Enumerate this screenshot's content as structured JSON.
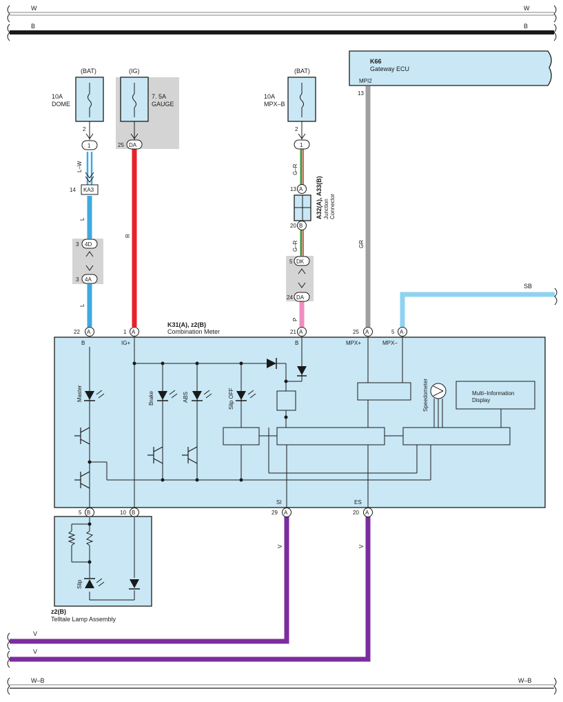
{
  "colors": {
    "panel_fill": "#c9e7f5",
    "connector_shade": "#d4d4d4",
    "wire_L": "#3fa9e0",
    "wire_R": "#e8212b",
    "wire_GR_gray": "#a0a0a0",
    "wire_SB": "#8fd3f0",
    "wire_V": "#7b2d9e",
    "wire_P": "#f08cc0",
    "wire_B": "#1a1a1a",
    "wire_green": "#3c9a3c"
  },
  "buses": {
    "top_w": "W",
    "top_w_right": "W",
    "top_b": "B",
    "top_b_right": "B",
    "bottom_wb": "W–B",
    "bottom_wb_right": "W–B",
    "v1": "V",
    "v2": "V"
  },
  "fuses": {
    "dome": {
      "source": "(BAT)",
      "rating": "10A",
      "name": "DOME",
      "pin": "2"
    },
    "gauge": {
      "source": "(IG)",
      "rating": "7. 5A",
      "name": "GAUGE"
    },
    "mpxb": {
      "source": "(BAT)",
      "rating": "10A",
      "name": "MPX–B",
      "pin": "2"
    }
  },
  "connectors": {
    "c1_dome": {
      "pin": "",
      "label": "1"
    },
    "c_da_gauge": {
      "pin": "25",
      "label": "DA"
    },
    "c1_mpx": {
      "pin": "",
      "label": "1"
    },
    "ka3": {
      "pin": "14",
      "label": "KA3"
    },
    "c4d": {
      "pin": "3",
      "label": "4D"
    },
    "c4a": {
      "pin": "3",
      "label": "4A"
    },
    "ca13": {
      "pin": "13",
      "label": "A"
    },
    "cb20": {
      "pin": "20",
      "label": "B"
    },
    "cdk": {
      "pin": "5",
      "label": "DK"
    },
    "cda24": {
      "pin": "24",
      "label": "DA"
    }
  },
  "wire_labels": {
    "lw": "L–W",
    "l1": "L",
    "l2": "L",
    "r": "R",
    "gr1": "G–R",
    "gr2": "G–R",
    "p": "P",
    "gr": "GR",
    "sb": "SB",
    "v_si": "V",
    "v_es": "V"
  },
  "junction": {
    "id": "A32(A), A33(B)",
    "line1": "Junction",
    "line2": "Connector"
  },
  "gateway": {
    "code": "K66",
    "name": "Gateway ECU",
    "pin_name": "MPI2",
    "pin": "13"
  },
  "meter": {
    "code": "K31(A), z2(B)",
    "name": "Combination Meter",
    "top_pins": [
      {
        "num": "22",
        "conn": "A",
        "name": "B"
      },
      {
        "num": "1",
        "conn": "A",
        "name": "IG+"
      },
      {
        "num": "21",
        "conn": "A",
        "name": "B"
      },
      {
        "num": "25",
        "conn": "A",
        "name": "MPX+"
      },
      {
        "num": "5",
        "conn": "A",
        "name": "MPX–"
      }
    ],
    "bottom_pins": [
      {
        "num": "5",
        "conn": "B",
        "name": ""
      },
      {
        "num": "10",
        "conn": "B",
        "name": ""
      },
      {
        "num": "29",
        "conn": "A",
        "name": "SI"
      },
      {
        "num": "20",
        "conn": "A",
        "name": "ES"
      }
    ],
    "leds": {
      "master": "Master",
      "brake": "Brake",
      "abs": "ABS",
      "slip_off": "Slip OFF"
    },
    "speedometer": "Speedometer",
    "mid_line1": "Multi–Information",
    "mid_line2": "Display"
  },
  "telltale": {
    "code": "z2(B)",
    "name": "Telltale Lamp Assembly",
    "led": "Slip"
  }
}
